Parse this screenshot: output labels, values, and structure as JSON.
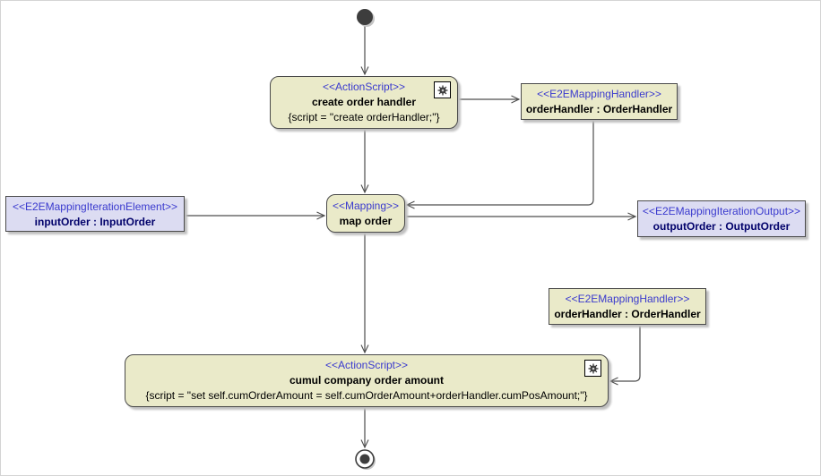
{
  "colors": {
    "behavior_node_fill": "#eaeac9",
    "data_node_fill": "#dcdcf2",
    "stereotype_text": "#3a3ace",
    "data_name_text": "#00006a",
    "edge_stroke": "#4d4d4d"
  },
  "nodes": {
    "action_create": {
      "stereotype": "<<ActionScript>>",
      "name": "create order handler",
      "script": "{script = \"create orderHandler;\"}"
    },
    "handler_top": {
      "stereotype": "<<E2EMappingHandler>>",
      "name": "orderHandler : OrderHandler"
    },
    "mapping": {
      "stereotype": "<<Mapping>>",
      "name": "map order"
    },
    "input_element": {
      "stereotype": "<<E2EMappingIterationElement>>",
      "name": "inputOrder : InputOrder"
    },
    "output_element": {
      "stereotype": "<<E2EMappingIterationOutput>>",
      "name": "outputOrder : OutputOrder"
    },
    "handler_bottom": {
      "stereotype": "<<E2EMappingHandler>>",
      "name": "orderHandler : OrderHandler"
    },
    "action_cumul": {
      "stereotype": "<<ActionScript>>",
      "name": "cumul company order amount",
      "script": "{script = \"set self.cumOrderAmount = self.cumOrderAmount+orderHandler.cumPosAmount;\"}"
    }
  }
}
